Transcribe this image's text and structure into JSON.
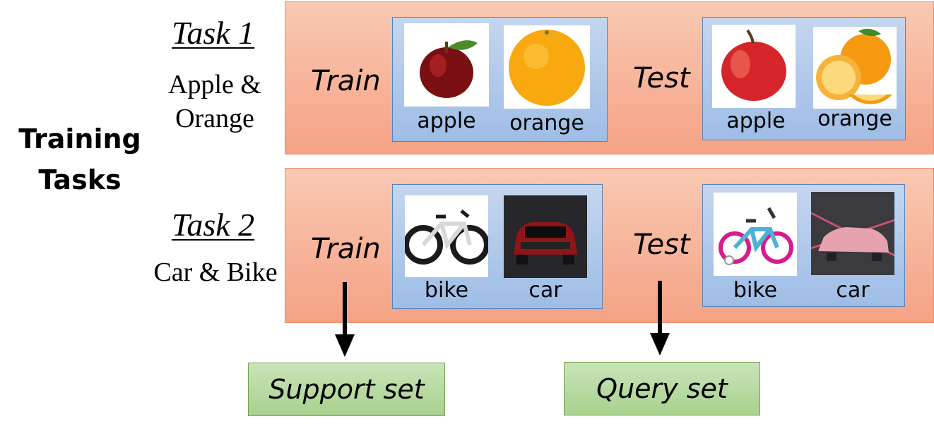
{
  "diagram": {
    "title_line1": "Training",
    "title_line2": "Tasks",
    "tasks": [
      {
        "label": "Task 1",
        "desc_line1": "Apple &",
        "desc_line2": "Orange",
        "train_label": "Train",
        "test_label": "Test",
        "train_items": [
          "apple",
          "orange"
        ],
        "test_items": [
          "apple",
          "orange"
        ]
      },
      {
        "label": "Task 2",
        "desc_line1": "Car & Bike",
        "train_label": "Train",
        "test_label": "Test",
        "train_items": [
          "bike",
          "car"
        ],
        "test_items": [
          "bike",
          "car"
        ]
      }
    ],
    "support_set_label": "Support set",
    "query_set_label": "Query set"
  },
  "colors": {
    "task_band": "#f5a284",
    "image_panel": "#9ebde6",
    "set_box": "#a9d18e"
  }
}
